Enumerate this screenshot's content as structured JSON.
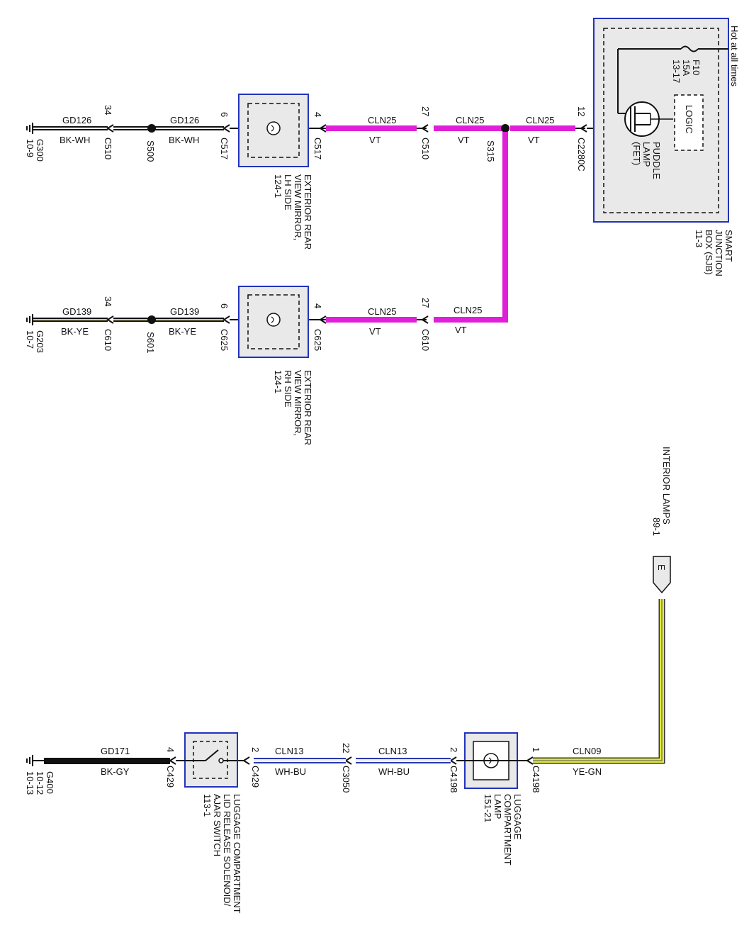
{
  "colors": {
    "cln25_wire": "#e020d8",
    "cln13_wire": "#2a3aa8",
    "cln09_wire": "#e0e840",
    "bk_ye_stripe": "#d8d070",
    "component_border": "#2233bb",
    "component_fill": "#e9e9e9"
  },
  "circuit_top": {
    "ground": {
      "name": "G300",
      "ref": "10-9"
    },
    "gnd_wire_1": {
      "circuit": "GD126",
      "color": "BK-WH"
    },
    "conn_c510_gnd": {
      "pin": "34",
      "name": "C510"
    },
    "splice": "S500",
    "gnd_wire_2": {
      "circuit": "GD126",
      "color": "BK-WH"
    },
    "conn_c517_a": {
      "pin": "6",
      "name": "C517"
    },
    "conn_c517_b": {
      "pin": "4",
      "name": "C517"
    },
    "wire_a": {
      "circuit": "CLN25",
      "color": "VT"
    },
    "conn_c510": {
      "pin": "27",
      "name": "C510"
    },
    "wire_b": {
      "circuit": "CLN25",
      "color": "VT"
    },
    "splice_right": "S315",
    "wire_c": {
      "circuit": "CLN25",
      "color": "VT"
    },
    "conn_c2280c": {
      "pin": "12",
      "name": "C2280C"
    },
    "mirror_label": [
      "EXTERIOR REAR",
      "VIEW MIRROR,",
      "LH SIDE",
      "124-1"
    ]
  },
  "sjb": {
    "hot": "Hot at all times",
    "fuse": [
      "F10",
      "15A",
      "13-17"
    ],
    "logic": "LOGIC",
    "lamp": [
      "PUDDLE",
      "LAMP",
      "(FET)"
    ],
    "label": [
      "SMART",
      "JUNCTION",
      "BOX (SJB)",
      "11-3"
    ]
  },
  "circuit_mid": {
    "ground": {
      "name": "G203",
      "ref": "10-7"
    },
    "gnd_wire_1": {
      "circuit": "GD139",
      "color": "BK-YE"
    },
    "conn_c610_gnd": {
      "pin": "34",
      "name": "C610"
    },
    "splice": "S601",
    "gnd_wire_2": {
      "circuit": "GD139",
      "color": "BK-YE"
    },
    "conn_c625_a": {
      "pin": "6",
      "name": "C625"
    },
    "conn_c625_b": {
      "pin": "4",
      "name": "C625"
    },
    "wire_a": {
      "circuit": "CLN25",
      "color": "VT"
    },
    "conn_c610": {
      "pin": "27",
      "name": "C610"
    },
    "wire_b": {
      "circuit": "CLN25",
      "color": "VT"
    },
    "mirror_label": [
      "EXTERIOR REAR",
      "VIEW MIRROR,",
      "RH SIDE",
      "124-1"
    ]
  },
  "interior": {
    "label": [
      "INTERIOR LAMPS",
      "89-1"
    ],
    "connector": "E"
  },
  "circuit_bottom": {
    "ground": {
      "name": "G400",
      "ref1": "10-12",
      "ref2": "10-13"
    },
    "gnd_wire": {
      "circuit": "GD171",
      "color": "BK-GY"
    },
    "conn_c429_a": {
      "pin": "4",
      "name": "C429"
    },
    "conn_c429_b": {
      "pin": "2",
      "name": "C429"
    },
    "wire_a": {
      "circuit": "CLN13",
      "color": "WH-BU"
    },
    "conn_c3050": {
      "pin": "22",
      "name": "C3050"
    },
    "wire_b": {
      "circuit": "CLN13",
      "color": "WH-BU"
    },
    "conn_c4198_a": {
      "pin": "2",
      "name": "C4198"
    },
    "conn_c4198_b": {
      "pin": "1",
      "name": "C4198"
    },
    "wire_c": {
      "circuit": "CLN09",
      "color": "YE-GN"
    },
    "switch_label": [
      "LUGGAGE COMPARTMENT",
      "LID RELEASE SOLENOID/",
      "AJAR SWITCH",
      "113-1"
    ],
    "lamp_label": [
      "LUGGAGE",
      "COMPARTMENT",
      "LAMP",
      "151-21"
    ]
  }
}
